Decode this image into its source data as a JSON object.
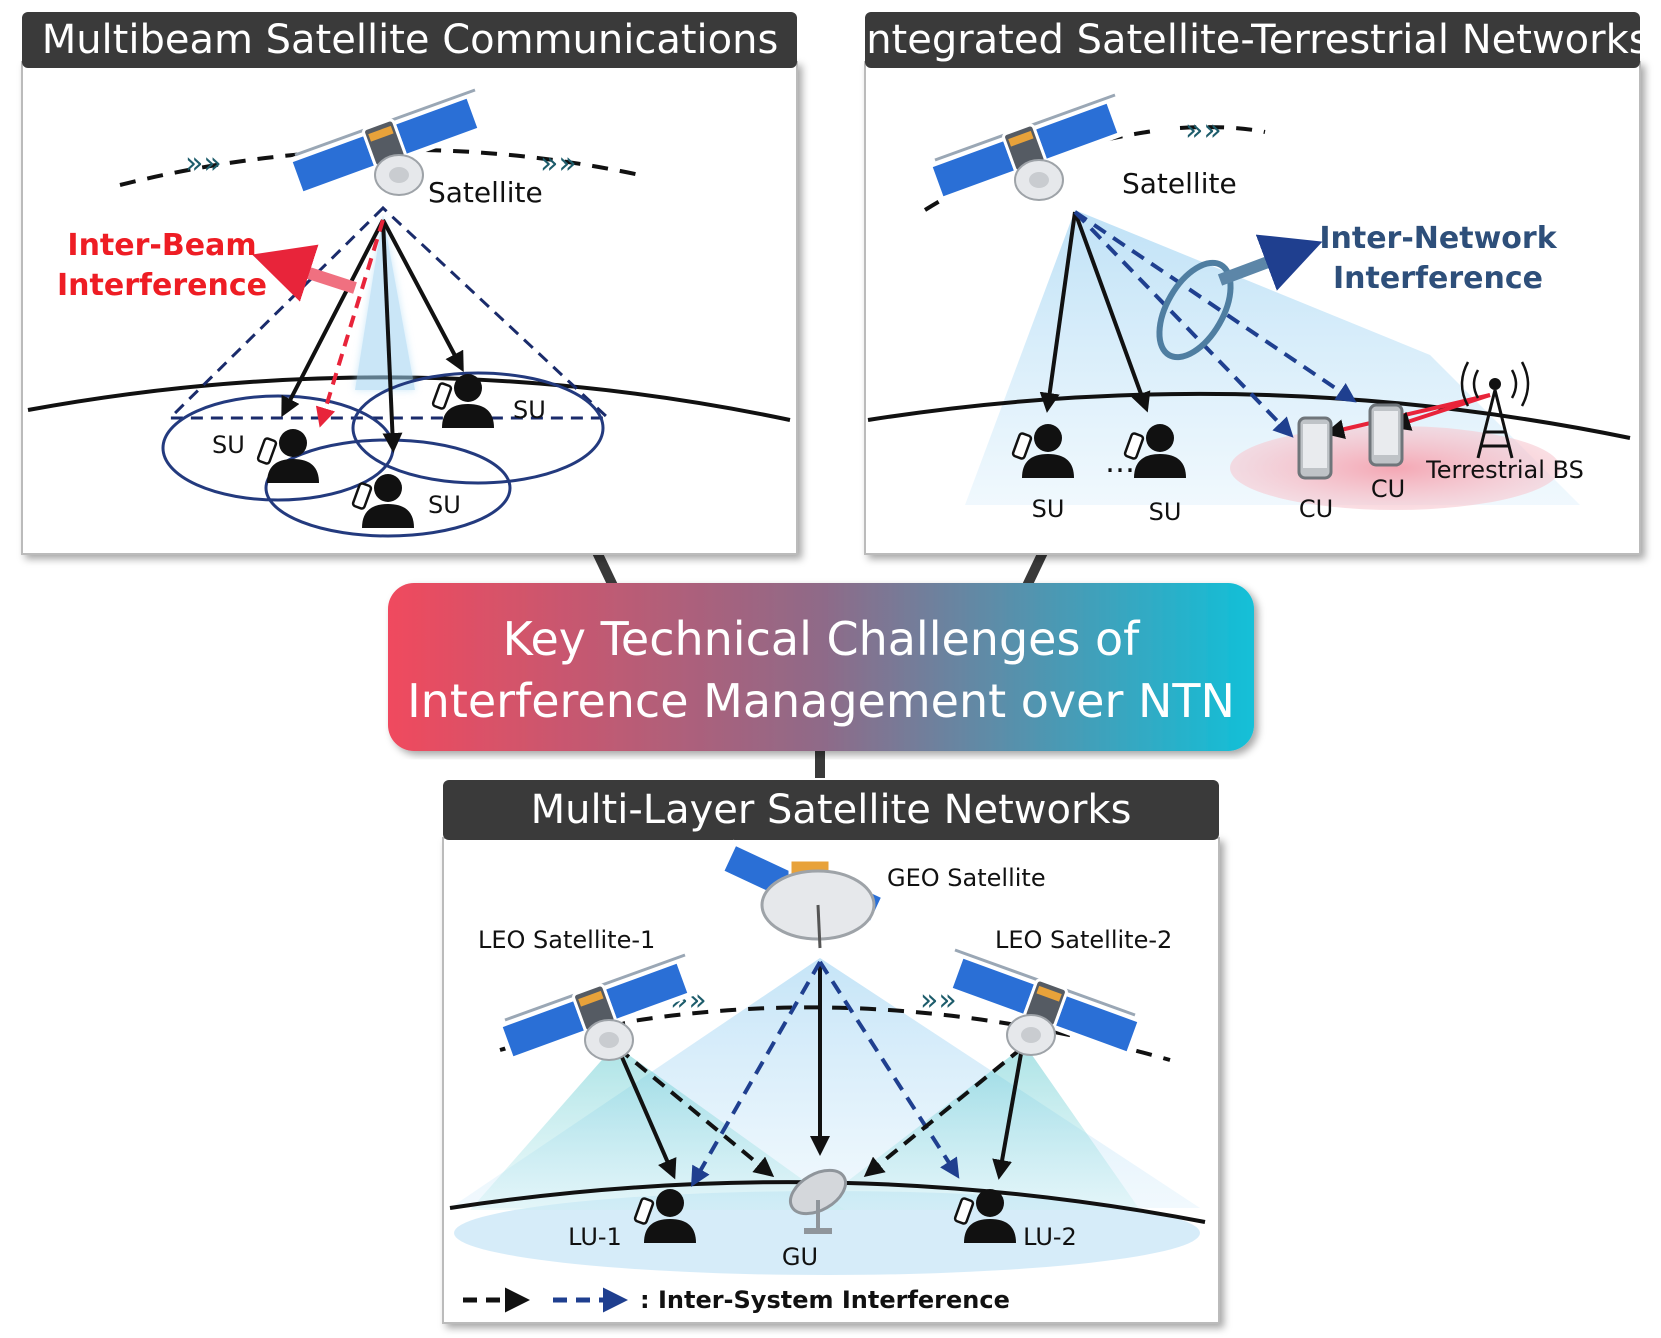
{
  "center": {
    "line1": "Key Technical Challenges of",
    "line2": "Interference Management over NTN"
  },
  "panels": {
    "multibeam": {
      "title": "Multibeam Satellite Communications",
      "satellite_label": "Satellite",
      "interference_line1": "Inter-Beam",
      "interference_line2": "Interference",
      "users": [
        "SU",
        "SU",
        "SU"
      ]
    },
    "integrated": {
      "title": "Integrated Satellite-Terrestrial Networks",
      "satellite_label": "Satellite",
      "interference_line1": "Inter-Network",
      "interference_line2": "Interference",
      "sat_users": [
        "SU",
        "SU"
      ],
      "cell_users": [
        "CU",
        "CU"
      ],
      "bs_label": "Terrestrial BS"
    },
    "multilayer": {
      "title": "Multi-Layer Satellite Networks",
      "geo_label": "GEO Satellite",
      "leo1_label": "LEO Satellite-1",
      "leo2_label": "LEO Satellite-2",
      "lu1_label": "LU-1",
      "lu2_label": "LU-2",
      "gu_label": "GU",
      "legend_text": ": Inter-System Interference"
    }
  },
  "colors": {
    "header_bg": "#3a3a3a",
    "gradient_left": "#f04a5e",
    "gradient_right": "#12c0d8",
    "interference_red": "#ee1d24",
    "interference_blue": "#2e4f7a",
    "beam_blue": "#9fd3f2",
    "dashed_blue": "#1f3f8f"
  }
}
